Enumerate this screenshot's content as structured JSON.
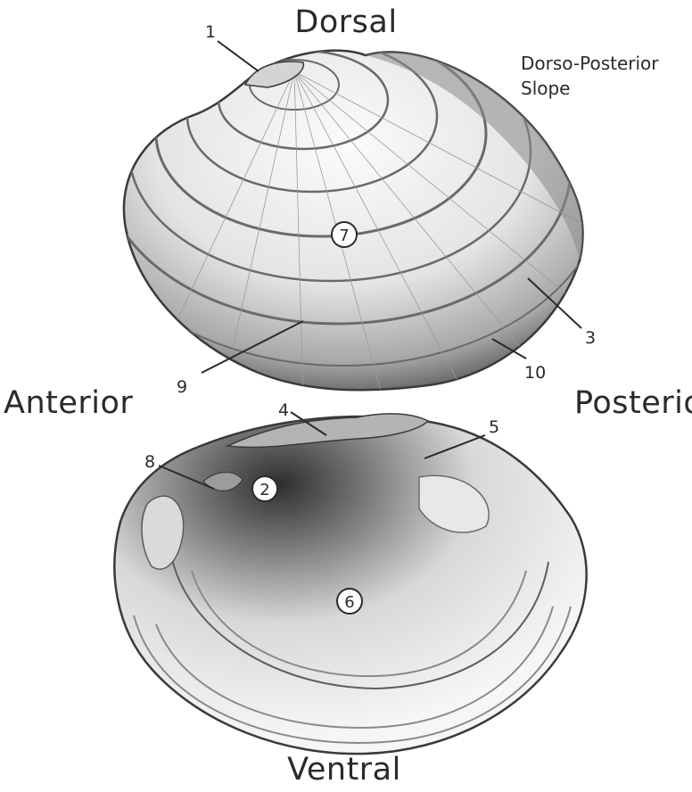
{
  "orientation": {
    "dorsal": "Dorsal",
    "ventral": "Ventral",
    "anterior": "Anterior",
    "posterior": "Posterior"
  },
  "slope_label": {
    "line1": "Dorso-Posterior",
    "line2": "Slope"
  },
  "callouts": {
    "n1": "1",
    "n2": "2",
    "n3": "3",
    "n4": "4",
    "n5": "5",
    "n6": "6",
    "n7": "7",
    "n8": "8",
    "n9": "9",
    "n10": "10"
  },
  "colors": {
    "ink": "#2a2a2a",
    "shell_light": "#f2f2f2",
    "shell_mid": "#bdbdbd",
    "shell_dark": "#5a5a5a"
  }
}
